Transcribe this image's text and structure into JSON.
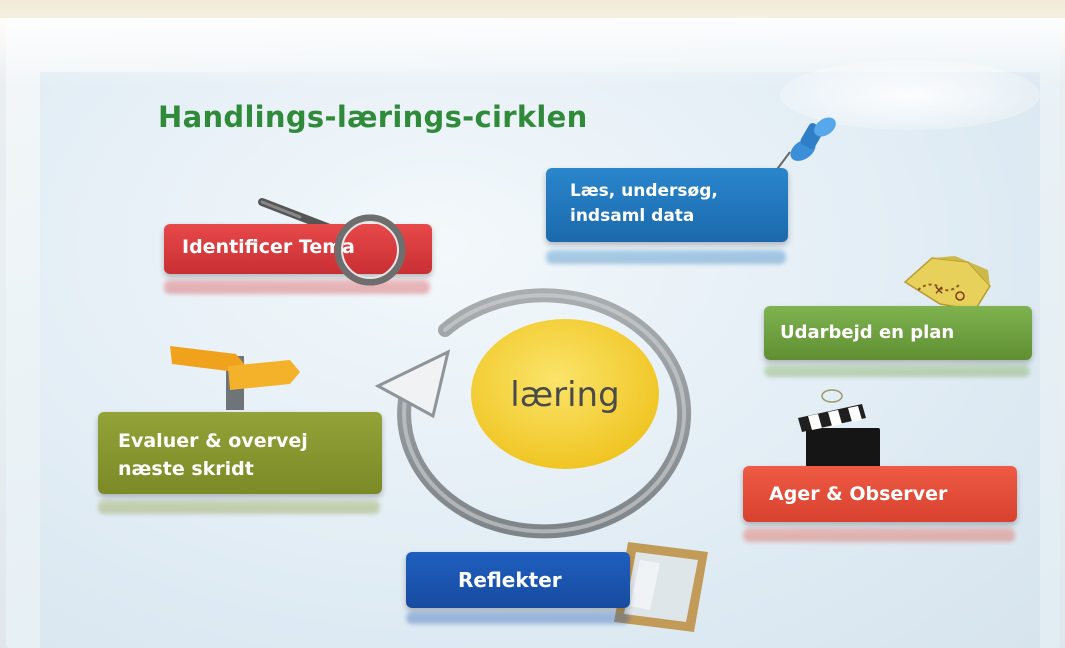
{
  "title": "Handlings-lærings-cirklen",
  "center": "læring",
  "steps": {
    "identify": "Identificer Tema",
    "read_line1": "Læs, undersøg,",
    "read_line2": "indsaml data",
    "plan": "Udarbejd en plan",
    "act": "Ager & Observer",
    "reflect": "Reflekter",
    "evaluate_line1": "Evaluer & overvej",
    "evaluate_line2": "næste skridt"
  },
  "icons": {
    "identify": "magnifying-glass-icon",
    "read": "pushpin-icon",
    "plan": "map-icon",
    "act": "clapperboard-icon",
    "reflect": "mirror-icon",
    "evaluate": "signpost-icon"
  },
  "colors": {
    "title": "#2f8a3a",
    "identify": "#d8393b",
    "read": "#1f72b8",
    "plan": "#6c9c3c",
    "act": "#e24f3c",
    "reflect": "#1a55b0",
    "evaluate": "#85952e",
    "center": "#f5cd2c",
    "cycle_arrow": "#8f9498"
  }
}
